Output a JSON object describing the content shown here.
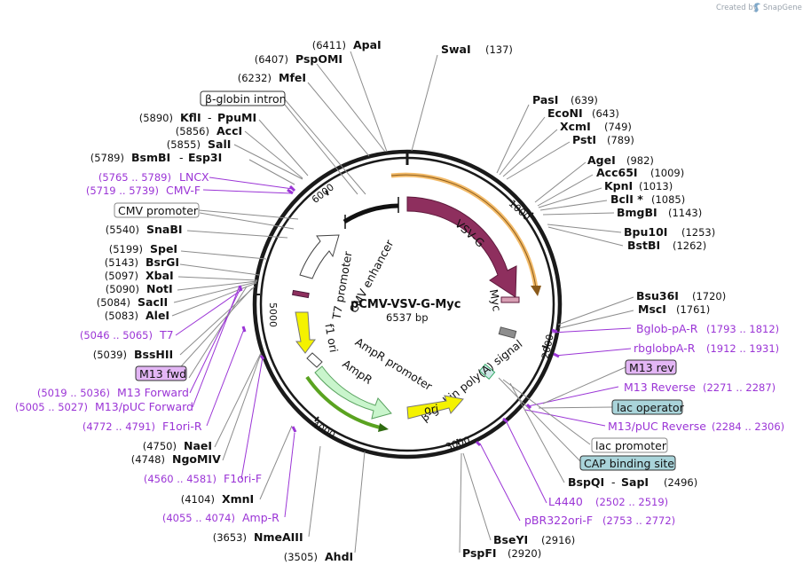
{
  "branding": {
    "credit": "Created by",
    "product": "SnapGene",
    "icon": "snapgene-logo-icon"
  },
  "plasmid": {
    "name": "pCMV-VSV-G-Myc",
    "size": "6537 bp"
  },
  "ticks": [
    "1000",
    "2000",
    "3000",
    "4000",
    "5000",
    "6000"
  ],
  "features": {
    "vsvg": "VSV-G",
    "myc": "Myc",
    "globin_polya": "β-globin poly(A) signal",
    "ori": "ori",
    "ampr": "AmpR",
    "ampr_promoter": "AmpR promoter",
    "f1ori": "f1 ori",
    "t7_promoter": "T7 promoter",
    "cmv_enhancer": "CMV enhancer"
  },
  "sites_right": [
    {
      "name": "SwaI",
      "pos": "(137)"
    },
    {
      "name": "PasI",
      "pos": "(639)"
    },
    {
      "name": "EcoNI",
      "pos": "(643)"
    },
    {
      "name": "XcmI",
      "pos": "(749)"
    },
    {
      "name": "PstI",
      "pos": "(789)"
    },
    {
      "name": "AgeI",
      "pos": "(982)"
    },
    {
      "name": "Acc65I",
      "pos": "(1009)"
    },
    {
      "name": "KpnI",
      "pos": "(1013)"
    },
    {
      "name": "BclI *",
      "pos": "(1085)"
    },
    {
      "name": "BmgBI",
      "pos": "(1143)"
    },
    {
      "name": "Bpu10I",
      "pos": "(1253)"
    },
    {
      "name": "BstBI",
      "pos": "(1262)"
    },
    {
      "name": "Bsu36I",
      "pos": "(1720)"
    },
    {
      "name": "MscI",
      "pos": "(1761)"
    },
    {
      "name": "BspQI",
      "sep": "-",
      "name2": "SapI",
      "pos": "(2496)"
    },
    {
      "name": "BseYI",
      "pos": "(2916)"
    },
    {
      "name": "PspFI",
      "pos": "(2920)"
    }
  ],
  "sites_left": [
    {
      "pos": "(6411)",
      "name": "ApaI"
    },
    {
      "pos": "(6407)",
      "name": "PspOMI"
    },
    {
      "pos": "(6232)",
      "name": "MfeI"
    },
    {
      "pos": "(5890)",
      "name": "KflI",
      "sep": "-",
      "name2": "PpuMI"
    },
    {
      "pos": "(5856)",
      "name": "AccI"
    },
    {
      "pos": "(5855)",
      "name": "SalI"
    },
    {
      "pos": "(5789)",
      "name": "BsmBI",
      "sep": "-",
      "name2": "Esp3I"
    },
    {
      "pos": "(5540)",
      "name": "SnaBI"
    },
    {
      "pos": "(5199)",
      "name": "SpeI"
    },
    {
      "pos": "(5143)",
      "name": "BsrGI"
    },
    {
      "pos": "(5097)",
      "name": "XbaI"
    },
    {
      "pos": "(5090)",
      "name": "NotI"
    },
    {
      "pos": "(5084)",
      "name": "SacII"
    },
    {
      "pos": "(5083)",
      "name": "AleI"
    },
    {
      "pos": "(5039)",
      "name": "BssHII"
    },
    {
      "pos": "(4750)",
      "name": "NaeI"
    },
    {
      "pos": "(4748)",
      "name": "NgoMIV"
    },
    {
      "pos": "(4104)",
      "name": "XmnI"
    },
    {
      "pos": "(3653)",
      "name": "NmeAIII"
    },
    {
      "pos": "(3505)",
      "name": "AhdI"
    }
  ],
  "primers_right": [
    {
      "name": "Bglob-pA-R",
      "range": "(1793 .. 1812)"
    },
    {
      "name": "rbglobpA-R",
      "range": "(1912 .. 1931)"
    },
    {
      "name": "M13 Reverse",
      "range": "(2271 .. 2287)"
    },
    {
      "name": "M13/pUC Reverse",
      "range": "(2284 .. 2306)"
    },
    {
      "name": "L4440",
      "range": "(2502 .. 2519)"
    },
    {
      "name": "pBR322ori-F",
      "range": "(2753 .. 2772)"
    }
  ],
  "primers_left": [
    {
      "range": "(5765 .. 5789)",
      "name": "LNCX"
    },
    {
      "range": "(5719 .. 5739)",
      "name": "CMV-F"
    },
    {
      "range": "(5046 .. 5065)",
      "name": "T7"
    },
    {
      "range": "(5019 .. 5036)",
      "name": "M13 Forward"
    },
    {
      "range": "(5005 .. 5027)",
      "name": "M13/pUC Forward"
    },
    {
      "range": "(4772 .. 4791)",
      "name": "F1ori-R"
    },
    {
      "range": "(4560 .. 4581)",
      "name": "F1ori-F"
    },
    {
      "range": "(4055 .. 4074)",
      "name": "Amp-R"
    }
  ],
  "boxed_features": {
    "globin_intron": "β-globin intron",
    "cmv_promoter": "CMV promoter",
    "m13_fwd": "M13 fwd",
    "m13_rev": "M13 rev",
    "lac_operator": "lac operator",
    "lac_promoter": "lac promoter",
    "cap_site": "CAP binding site"
  },
  "colors": {
    "backbone": "#1a1a1a",
    "vsvg": "#8e2f5e",
    "vsvg_highlight": "#f2ba68",
    "ori": "#f4f200",
    "ampr": "#c9f5cc",
    "primer": "#9b35d6",
    "m13_box": "#e3b6f5",
    "operator_box": "#a9d4da"
  }
}
